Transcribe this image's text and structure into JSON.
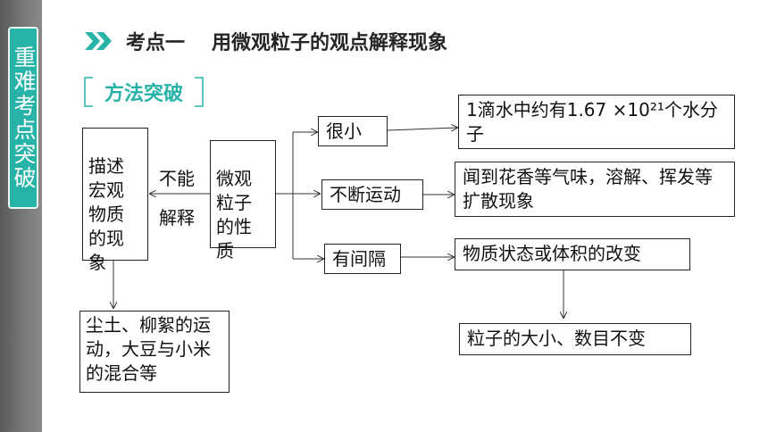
{
  "sidebar": {
    "tab_label": "重难考点突破"
  },
  "header": {
    "number": "考点一",
    "title": "用微观粒子的观点解释现象"
  },
  "method": {
    "label": "方法突破"
  },
  "diagram": {
    "macro_box": "描述\n宏观\n物质\n的现\n象",
    "cannot_explain_1": "不能",
    "cannot_explain_2": "解释",
    "micro_box": "微观\n粒子\n的性\n质",
    "prop_small": "很小",
    "prop_moving": "不断运动",
    "prop_gap": "有间隔",
    "example_small": "1滴水中约有1.67 ×10²¹个水分子",
    "example_moving": "闻到花香等气味，溶解、挥发等扩散现象",
    "example_gap": "物质状态或体积的改变",
    "example_gap_result": "粒子的大小、数目不变",
    "macro_examples": "尘土、柳絮的运动，大豆与小米的混合等"
  },
  "colors": {
    "accent": "#27b3a8",
    "sidebar": "#6e6e6e"
  }
}
